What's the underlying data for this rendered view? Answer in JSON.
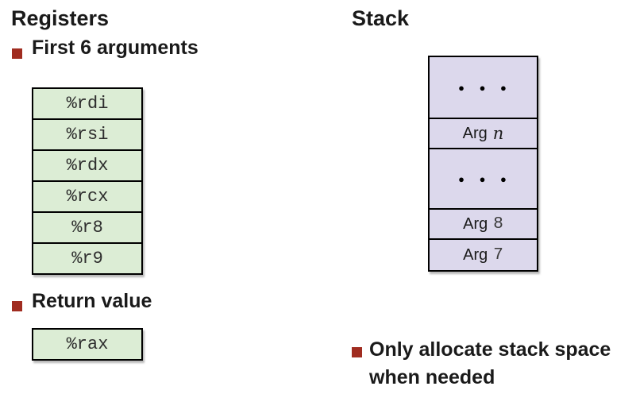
{
  "colors": {
    "green": "#dcedd5",
    "purple": "#dcd8ec",
    "red": "#a02c20",
    "border": "#000000"
  },
  "registers": {
    "title": "Registers",
    "first_args_label": "First 6 arguments",
    "list": [
      "%rdi",
      "%rsi",
      "%rdx",
      "%rcx",
      "%r8",
      "%r9"
    ],
    "return_label": "Return value",
    "return_register": "%rax"
  },
  "stack": {
    "title": "Stack",
    "ellipsis": "● ● ●",
    "cells": [
      {
        "kind": "ellipsis"
      },
      {
        "kind": "arg",
        "label": "Arg",
        "index": "n"
      },
      {
        "kind": "ellipsis"
      },
      {
        "kind": "arg",
        "label": "Arg",
        "index": "8"
      },
      {
        "kind": "arg",
        "label": "Arg",
        "index": "7"
      }
    ],
    "note_lines": [
      "Only allocate stack space",
      "when needed"
    ]
  }
}
